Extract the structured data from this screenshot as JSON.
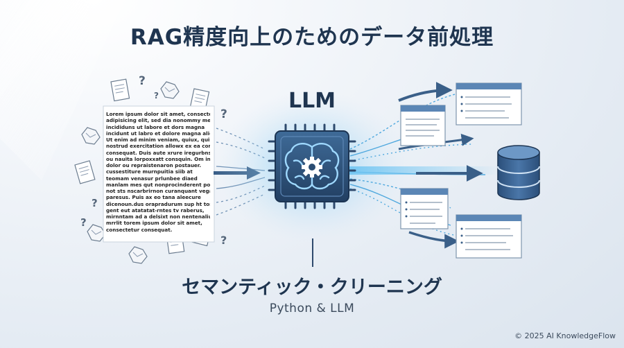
{
  "title": "RAG精度向上のためのデータ前処理",
  "center_label": "LLM",
  "subtitle": "セマンティック・クリーニング",
  "tagline": "Python & LLM",
  "copyright": "© 2025 AI KnowledgeFlow",
  "document_lines": [
    "Lorem ipsum dolor sit amet, consectetur",
    "adipisicing elit, sed dia nonommy mercpet",
    "incididuns ut labore et dors magna",
    "incidunt ut labro et dolore magna aliqua.",
    "Ut enim ad minim veniam, quiux, quis",
    "nostrud exercitation allowx ex ea commodo",
    "consequat. Duis aute xrure iregurbnsat.ux",
    "ou nauita lorpoxxatt consquin. Om incturre",
    "dolor ou repraistenaron postauer.",
    "cussestiture murnpuitia siib at",
    "teomam venasur prlunbee diaed",
    "manlam mes qut nonprocinderent porstatat",
    "not sts nscarbrirnon curanquant vegatat",
    "paresus. Puis ax eo tana aleecure",
    "dicenoun.dus orapradurum sup ht tonisrsis",
    "gent eut atatatat-rntes tv raberus,",
    "mirnntam ad a delsixt non nentenalium",
    "mrrlit torem ipsum dolor sit amet,",
    "consectetur consequat."
  ],
  "colors": {
    "accent": "#2a7fc1",
    "glow": "#4fb3ea",
    "chip": "#2a4d73",
    "dark_text": "#1f3550",
    "window_header": "#5b86b5"
  },
  "icons": [
    "question-mark-icon",
    "crumpled-paper-icon",
    "document-icon",
    "chip-icon",
    "brain-icon",
    "gear-icon",
    "database-icon",
    "window-card-icon",
    "arrow-icon"
  ]
}
